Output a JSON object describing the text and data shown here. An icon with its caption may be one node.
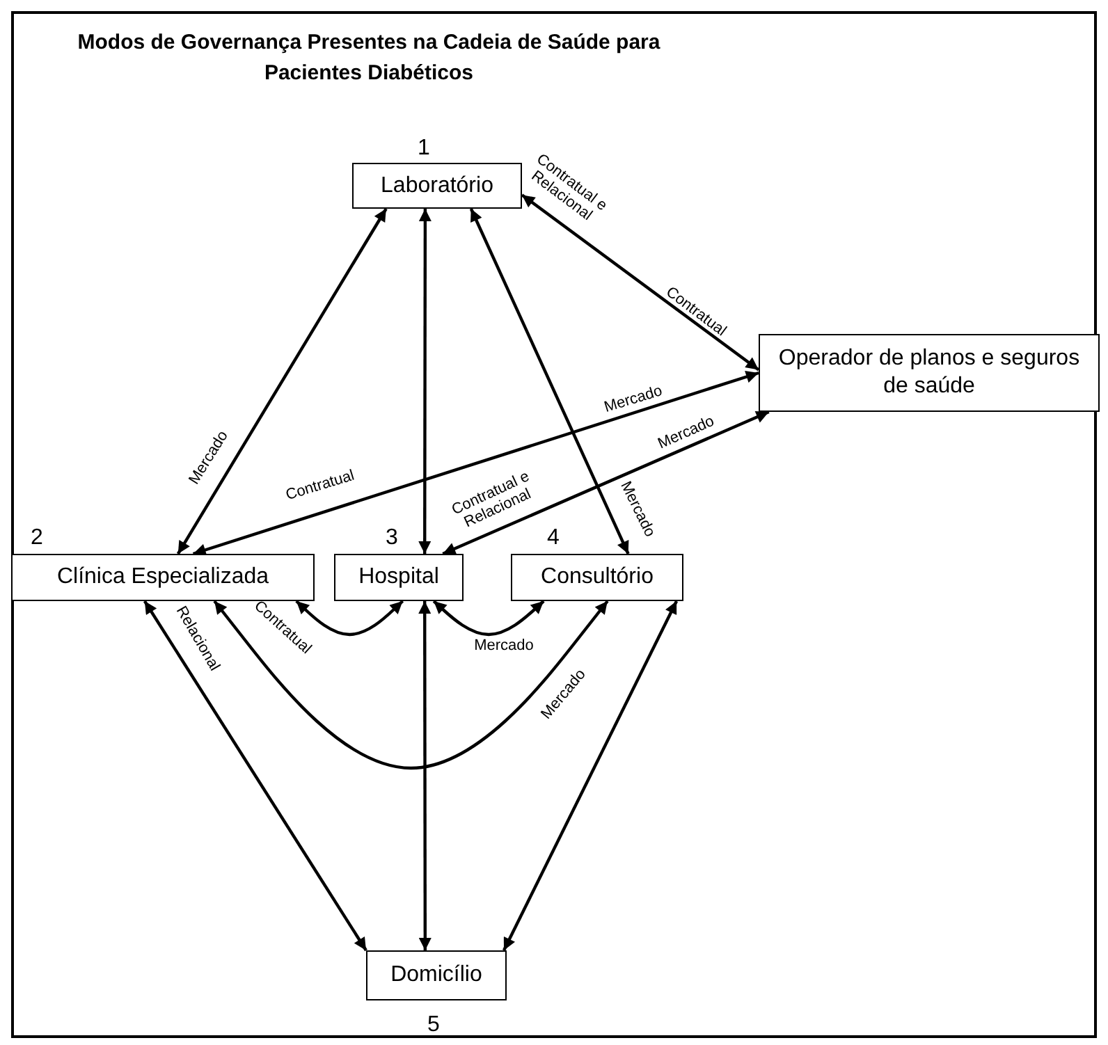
{
  "diagram": {
    "title": "Modos de Governança Presentes na Cadeia de Saúde para Pacientes Diabéticos",
    "nodes": [
      {
        "text": [
          "Laboratório"
        ],
        "beside": [
          "1"
        ]
      },
      {
        "text": [
          "Operador de planos e seguros de saúde"
        ]
      },
      {
        "text": [
          "Clínica Especializada"
        ],
        "beside": [
          "2"
        ]
      },
      {
        "text": [
          "Hospital"
        ],
        "beside": [
          "3"
        ]
      },
      {
        "text": [
          "Consultório"
        ],
        "beside": [
          "4"
        ]
      },
      {
        "text": [
          "Domicílio"
        ],
        "beside": [
          "5"
        ]
      }
    ],
    "edges": [
      {
        "from": 0,
        "to": 2,
        "arrow": "both",
        "label": "Mercado"
      },
      {
        "from": 0,
        "to": 3,
        "arrow": "both"
      },
      {
        "from": 0,
        "to": 4,
        "arrow": "both",
        "label": "Mercado"
      },
      {
        "from": 0,
        "to": 1,
        "arrow": "both",
        "label": "Contratual e Relacional"
      },
      {
        "from": 1,
        "to": 2,
        "arrow": "both",
        "label": "Contratual"
      },
      {
        "from": 1,
        "to": 3,
        "arrow": "both",
        "label": "Mercado"
      },
      {
        "from": 2,
        "to": 3,
        "arrow": "both",
        "label": "Contratual"
      },
      {
        "from": 3,
        "to": 4,
        "arrow": "both",
        "label": "Mercado"
      },
      {
        "from": 2,
        "to": 4,
        "arrow": "both",
        "label": "Mercado"
      },
      {
        "from": 2,
        "to": 5,
        "arrow": "both",
        "label": "Relacional"
      },
      {
        "from": 3,
        "to": 5,
        "arrow": "both"
      },
      {
        "from": 4,
        "to": 5,
        "arrow": "both"
      }
    ],
    "labels": [
      "Contratual",
      "Mercado",
      "Contratual e Relacional"
    ]
  }
}
